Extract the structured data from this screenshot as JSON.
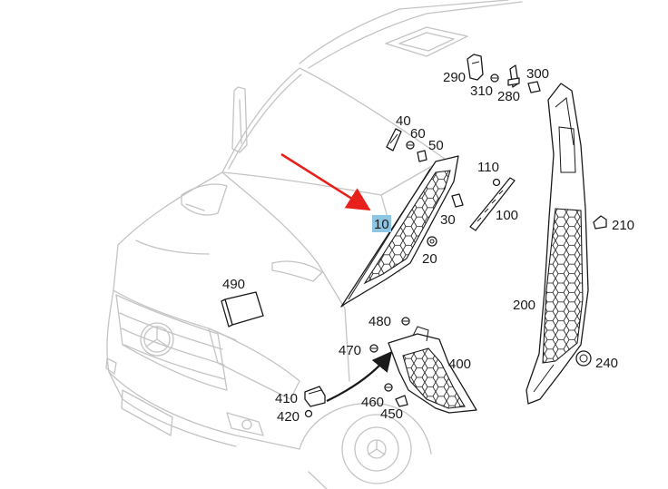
{
  "callouts": [
    {
      "key": "290",
      "label": "290"
    },
    {
      "key": "310",
      "label": "310"
    },
    {
      "key": "280",
      "label": "280"
    },
    {
      "key": "300",
      "label": "300"
    },
    {
      "key": "40",
      "label": "40"
    },
    {
      "key": "60",
      "label": "60"
    },
    {
      "key": "50",
      "label": "50"
    },
    {
      "key": "110",
      "label": "110"
    },
    {
      "key": "10",
      "label": "10",
      "highlighted": true
    },
    {
      "key": "30",
      "label": "30"
    },
    {
      "key": "100",
      "label": "100"
    },
    {
      "key": "210",
      "label": "210"
    },
    {
      "key": "20",
      "label": "20"
    },
    {
      "key": "490",
      "label": "490"
    },
    {
      "key": "200",
      "label": "200"
    },
    {
      "key": "480",
      "label": "480"
    },
    {
      "key": "470",
      "label": "470"
    },
    {
      "key": "400",
      "label": "400"
    },
    {
      "key": "240",
      "label": "240"
    },
    {
      "key": "410",
      "label": "410"
    },
    {
      "key": "460",
      "label": "460"
    },
    {
      "key": "420",
      "label": "420"
    },
    {
      "key": "450",
      "label": "450"
    }
  ],
  "colors": {
    "highlight": "#8ec5e3",
    "pointer_arrow": "#e8201c",
    "van_outline": "#c4c4c4",
    "part_line": "#1a1a1a"
  }
}
